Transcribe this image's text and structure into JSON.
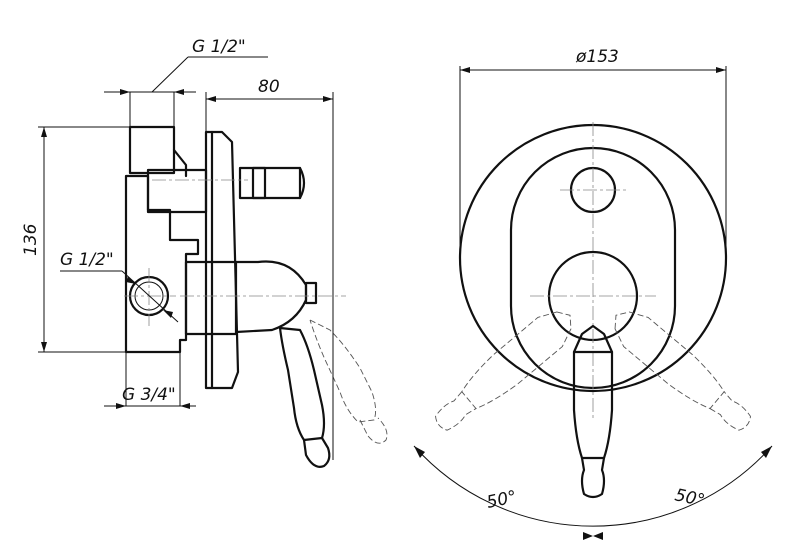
{
  "side_view": {
    "top_thread_label": "G 1/2\"",
    "width_label": "80",
    "height_label": "136",
    "side_thread_label": "G 1/2\"",
    "bottom_thread_label": "G 3/4\""
  },
  "front_view": {
    "diameter_label": "ø153",
    "left_angle_label": "50°",
    "right_angle_label": "50°"
  }
}
